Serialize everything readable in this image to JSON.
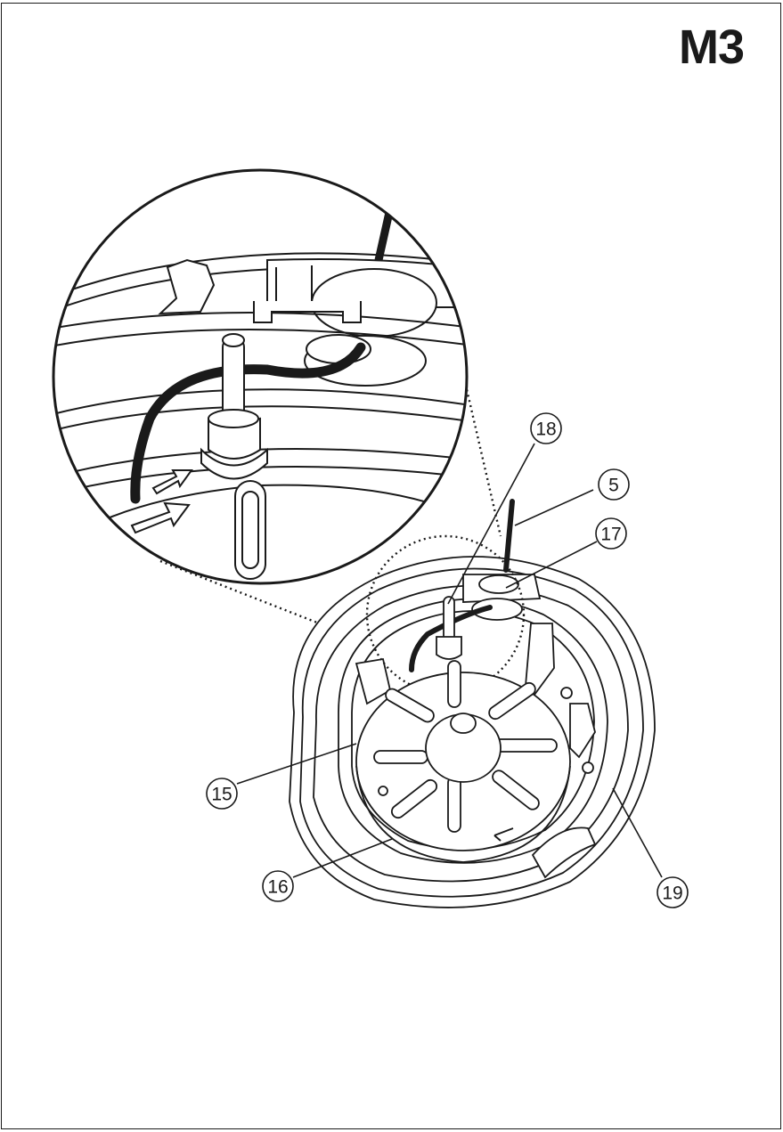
{
  "page": {
    "id": "M3"
  },
  "callouts": [
    {
      "key": "c18",
      "number": "18"
    },
    {
      "key": "c5",
      "number": "5"
    },
    {
      "key": "c17",
      "number": "17"
    },
    {
      "key": "c15",
      "number": "15"
    },
    {
      "key": "c16",
      "number": "16"
    },
    {
      "key": "c19",
      "number": "19"
    }
  ]
}
